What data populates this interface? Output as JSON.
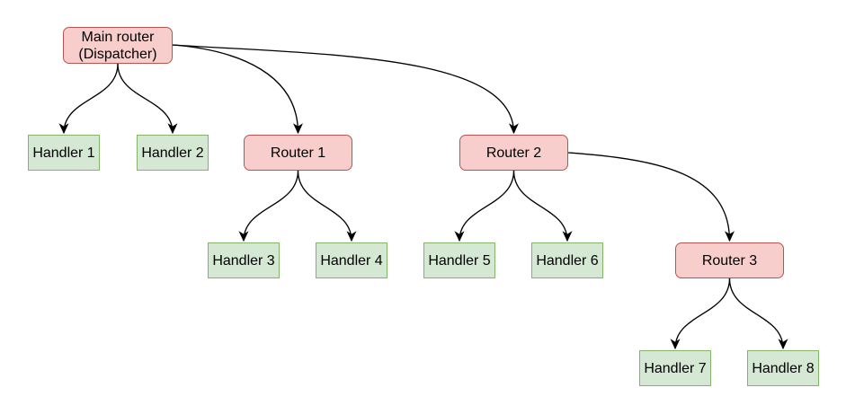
{
  "diagram": {
    "type": "tree-flowchart",
    "colors": {
      "background": "#ffffff",
      "router_fill": "#f8cecc",
      "router_stroke": "#b85450",
      "handler_fill": "#d5e8d4",
      "handler_stroke": "#82b366",
      "edge": "#000000",
      "text": "#000000"
    },
    "nodes": {
      "main": {
        "label": "Main router\n(Dispatcher)",
        "type": "router"
      },
      "handler1": {
        "label": "Handler 1",
        "type": "handler"
      },
      "handler2": {
        "label": "Handler 2",
        "type": "handler"
      },
      "router1": {
        "label": "Router 1",
        "type": "router"
      },
      "router2": {
        "label": "Router 2",
        "type": "router"
      },
      "handler3": {
        "label": "Handler 3",
        "type": "handler"
      },
      "handler4": {
        "label": "Handler 4",
        "type": "handler"
      },
      "handler5": {
        "label": "Handler 5",
        "type": "handler"
      },
      "handler6": {
        "label": "Handler 6",
        "type": "handler"
      },
      "router3": {
        "label": "Router 3",
        "type": "router"
      },
      "handler7": {
        "label": "Handler 7",
        "type": "handler"
      },
      "handler8": {
        "label": "Handler 8",
        "type": "handler"
      }
    },
    "edges": [
      {
        "from": "main",
        "to": "handler1"
      },
      {
        "from": "main",
        "to": "handler2"
      },
      {
        "from": "main",
        "to": "router1"
      },
      {
        "from": "main",
        "to": "router2"
      },
      {
        "from": "router1",
        "to": "handler3"
      },
      {
        "from": "router1",
        "to": "handler4"
      },
      {
        "from": "router2",
        "to": "handler5"
      },
      {
        "from": "router2",
        "to": "handler6"
      },
      {
        "from": "router2",
        "to": "router3"
      },
      {
        "from": "router3",
        "to": "handler7"
      },
      {
        "from": "router3",
        "to": "handler8"
      }
    ]
  }
}
